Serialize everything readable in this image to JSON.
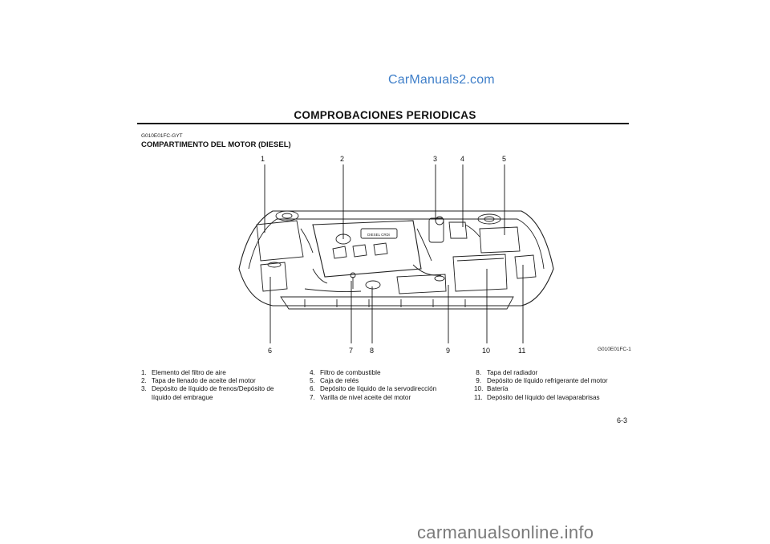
{
  "watermark_top": "CarManuals2.com",
  "page_title": "COMPROBACIONES PERIODICAS",
  "section_code": "G010E01FC-GYT",
  "section_heading": "COMPARTIMENTO DEL MOTOR (DIESEL)",
  "figure_code": "G010E01FC-1",
  "engine_label": "DIESEL CRDi",
  "callouts_top": [
    "1",
    "2",
    "3",
    "4",
    "5"
  ],
  "callouts_bottom": [
    "6",
    "7",
    "8",
    "9",
    "10",
    "11"
  ],
  "legend_col1": [
    {
      "num": "1.",
      "text": "Elemento del filtro de aire"
    },
    {
      "num": "2.",
      "text": "Tapa de llenado de aceite del motor"
    },
    {
      "num": "3.",
      "text": "Depósito de líquido de frenos/Depósito de",
      "cont": "líquido del embrague"
    }
  ],
  "legend_col2": [
    {
      "num": "4.",
      "text": "Filtro de combustible"
    },
    {
      "num": "5.",
      "text": "Caja de relés"
    },
    {
      "num": "6.",
      "text": "Depósito de líquido de la servodirección"
    },
    {
      "num": "7.",
      "text": "Varilla de nivel aceite del motor"
    }
  ],
  "legend_col3": [
    {
      "num": " 8.",
      "text": "Tapa del radiador"
    },
    {
      "num": " 9.",
      "text": "Depósito de líquido refrigerante del motor"
    },
    {
      "num": "10.",
      "text": "Batería"
    },
    {
      "num": "11.",
      "text": "Depósito del líquido del lavaparabrisas"
    }
  ],
  "page_number": "6-3",
  "watermark_bottom": "carmanualsonline.info"
}
